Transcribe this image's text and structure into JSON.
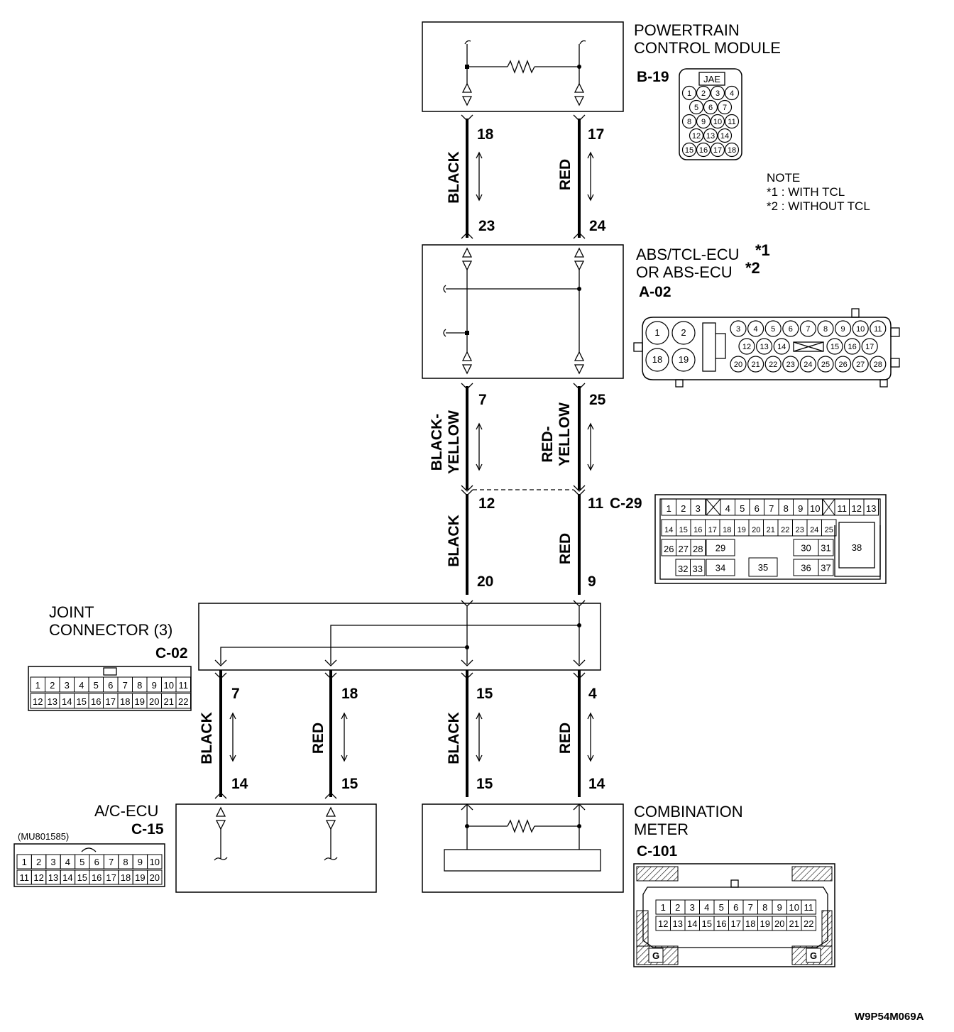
{
  "modules": {
    "pcm": {
      "name_line1": "POWERTRAIN",
      "name_line2": "CONTROL MODULE",
      "code": "B-19",
      "connector_brand": "JAE"
    },
    "abs": {
      "name_line1": "ABS/TCL-ECU",
      "sup1": "*1",
      "name_line2": "OR ABS-ECU",
      "sup2": "*2",
      "code": "A-02"
    },
    "junction": {
      "code": "C-29"
    },
    "joint": {
      "name_line1": "JOINT",
      "name_line2": "CONNECTOR (3)",
      "code": "C-02"
    },
    "ac": {
      "name": "A/C-ECU",
      "code": "C-15",
      "part_no": "(MU801585)"
    },
    "meter": {
      "name_line1": "COMBINATION",
      "name_line2": "METER",
      "code": "C-101",
      "ground_mark": "G"
    }
  },
  "note": {
    "title": "NOTE",
    "line1": "*1 : WITH TCL",
    "line2": "*2 : WITHOUT TCL"
  },
  "wires": {
    "pcm_abs_left": {
      "color": "BLACK",
      "top_pin": "18",
      "bottom_pin": "23"
    },
    "pcm_abs_right": {
      "color": "RED",
      "top_pin": "17",
      "bottom_pin": "24"
    },
    "abs_c29_left": {
      "color_line1": "BLACK-",
      "color_line2": "YELLOW",
      "top_pin": "7",
      "bottom_pin": "12"
    },
    "abs_c29_right": {
      "color_line1": "RED-",
      "color_line2": "YELLOW",
      "top_pin": "25",
      "bottom_pin": "11"
    },
    "c29_joint_left": {
      "color": "BLACK",
      "bottom_pin": "20"
    },
    "c29_joint_right": {
      "color": "RED",
      "bottom_pin": "9"
    },
    "joint_ac_black": {
      "color": "BLACK",
      "top_pin": "7",
      "bottom_pin": "14"
    },
    "joint_ac_red": {
      "color": "RED",
      "top_pin": "18",
      "bottom_pin": "15"
    },
    "joint_meter_black": {
      "color": "BLACK",
      "top_pin": "15",
      "bottom_pin": "15"
    },
    "joint_meter_red": {
      "color": "RED",
      "top_pin": "4",
      "bottom_pin": "14"
    }
  },
  "connector_pins": {
    "b19": [
      [
        "1",
        "2",
        "3",
        "4"
      ],
      [
        "5",
        "6",
        "7"
      ],
      [
        "8",
        "9",
        "10",
        "11"
      ],
      [
        "12",
        "13",
        "14"
      ],
      [
        "15",
        "16",
        "17",
        "18"
      ]
    ],
    "a02_big": [
      "1",
      "2",
      "18",
      "19"
    ],
    "a02_row1": [
      "3",
      "4",
      "5",
      "6",
      "7",
      "8",
      "9",
      "10",
      "11"
    ],
    "a02_row2a": [
      "12",
      "13",
      "14"
    ],
    "a02_row2b": [
      "15",
      "16",
      "17"
    ],
    "a02_row3": [
      "20",
      "21",
      "22",
      "23",
      "24",
      "25",
      "26",
      "27",
      "28"
    ],
    "c29_row1a": [
      "1",
      "2",
      "3"
    ],
    "c29_row1b": [
      "4",
      "5",
      "6",
      "7",
      "8",
      "9",
      "10"
    ],
    "c29_row1c": [
      "11",
      "12",
      "13"
    ],
    "c29_row2": [
      "14",
      "15",
      "16",
      "17",
      "18",
      "19",
      "20",
      "21",
      "22",
      "23",
      "24",
      "25"
    ],
    "c29_row3a": [
      "26",
      "27",
      "28"
    ],
    "c29_29": "29",
    "c29_30": "30",
    "c29_31": "31",
    "c29_row4a": [
      "32",
      "33"
    ],
    "c29_34": "34",
    "c29_35": "35",
    "c29_36": "36",
    "c29_37": "37",
    "c29_38": "38",
    "c02_row1": [
      "1",
      "2",
      "3",
      "4",
      "5",
      "6",
      "7",
      "8",
      "9",
      "10",
      "11"
    ],
    "c02_row2": [
      "12",
      "13",
      "14",
      "15",
      "16",
      "17",
      "18",
      "19",
      "20",
      "21",
      "22"
    ],
    "c15_row1": [
      "1",
      "2",
      "3",
      "4",
      "5",
      "6",
      "7",
      "8",
      "9",
      "10"
    ],
    "c15_row2": [
      "11",
      "12",
      "13",
      "14",
      "15",
      "16",
      "17",
      "18",
      "19",
      "20"
    ],
    "c101_row1": [
      "1",
      "2",
      "3",
      "4",
      "5",
      "6",
      "7",
      "8",
      "9",
      "10",
      "11"
    ],
    "c101_row2": [
      "12",
      "13",
      "14",
      "15",
      "16",
      "17",
      "18",
      "19",
      "20",
      "21",
      "22"
    ]
  },
  "footer_code": "W9P54M069A"
}
